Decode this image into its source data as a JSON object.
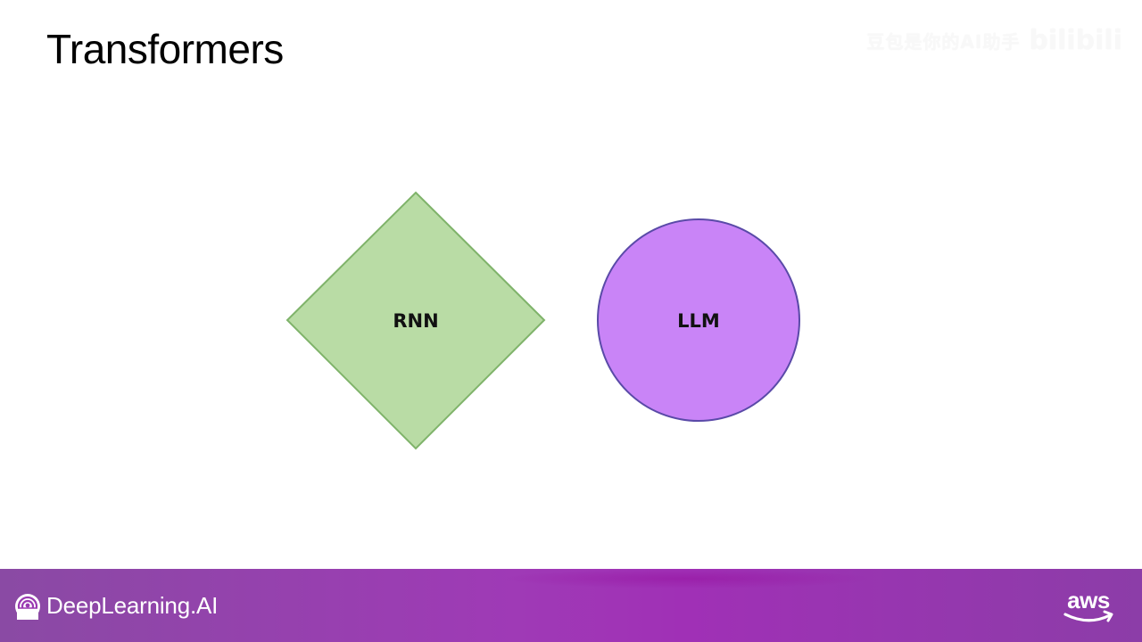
{
  "slide": {
    "title": "Transformers"
  },
  "watermark": {
    "text": "豆包是你的AI助手",
    "logo": "bilibili"
  },
  "diagram": {
    "nodes": [
      {
        "label": "RNN",
        "shape": "diamond",
        "fill": "#b9dca5",
        "stroke": "#7fb36a"
      },
      {
        "label": "LLM",
        "shape": "circle",
        "fill": "#c984f7",
        "stroke": "#5a4aa8"
      }
    ]
  },
  "footer": {
    "brand_name": "DeepLearning.AI",
    "brand_icon": "deeplearning-logo-icon",
    "partner": "aws",
    "colors": {
      "start": "#8a4aa4",
      "end": "#a030b6"
    }
  }
}
